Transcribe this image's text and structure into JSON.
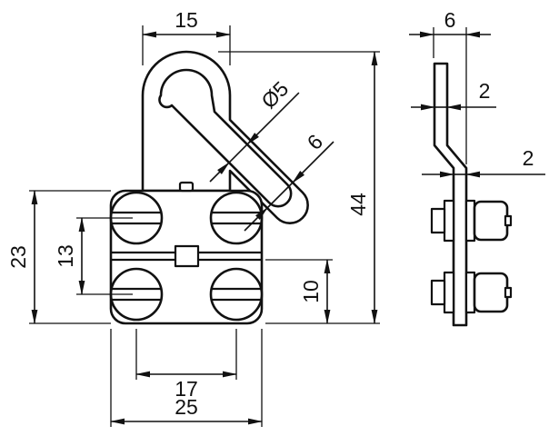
{
  "drawing_type": "technical-dimension-drawing",
  "front": {
    "dim_strap_width": "15",
    "dim_clamp_height": "23",
    "dim_screw_row_spacing": "13",
    "dim_total_height": "44",
    "dim_lower_section": "10",
    "dim_screw_col_spacing": "17",
    "dim_clamp_width": "25",
    "dim_slot_diameter": "Ø5",
    "dim_arm_width": "6"
  },
  "side": {
    "dim_profile_depth": "6",
    "dim_upper_thickness": "2",
    "dim_lower_thickness": "2"
  },
  "colors": {
    "line": "#111111",
    "background": "#ffffff"
  }
}
